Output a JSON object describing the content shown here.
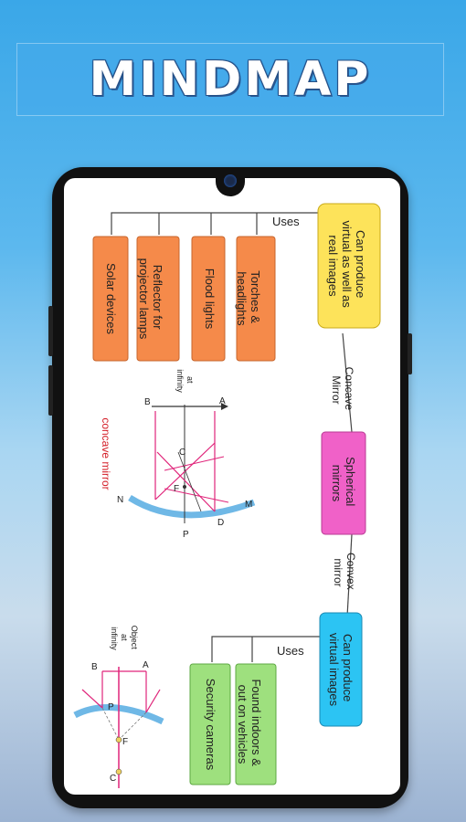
{
  "title": "MINDMAP",
  "mindmap": {
    "center": "Spherical mirrors",
    "concave_link": "Concave Mirror",
    "convex_link": "Convex mirror",
    "concave_property": "Can produce virtual as well as real images",
    "convex_property": "Can produce virtual images",
    "concave_uses_label": "Uses",
    "convex_uses_label": "Uses",
    "concave_uses": [
      "Torches & headlights",
      "Flood lights",
      "Reflector for projector lamps",
      "Solar devices"
    ],
    "convex_uses": [
      "Found indoors & out on vehicles",
      "Security cameras"
    ],
    "concave_diagram": {
      "caption": "concave mirror",
      "at_infinity": "at infinity",
      "labels": {
        "A": "A",
        "B": "B",
        "C": "C",
        "F": "F",
        "P": "P",
        "M": "M",
        "N": "N",
        "D": "D"
      }
    },
    "convex_diagram": {
      "object_label": "Object at infinity",
      "labels": {
        "A": "A",
        "B": "B",
        "P": "P",
        "F": "F",
        "C": "C"
      }
    }
  },
  "colors": {
    "orange": "#f58a4a",
    "yellow": "#fde35a",
    "magenta": "#f061c8",
    "cyan": "#2cc4f3",
    "green": "#9ee07e",
    "ray": "#e0247a",
    "mirror": "#6fb8e6"
  }
}
